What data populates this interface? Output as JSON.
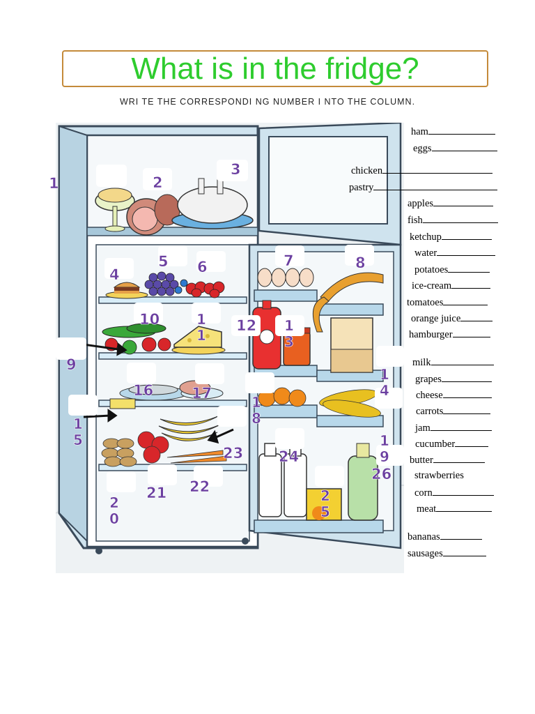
{
  "title": "What is in the fridge?",
  "instruction": "WRI TE THE CORRESPONDI NG NUMBER I NTO THE COLUMN.",
  "numbers": [
    "1",
    "2",
    "3",
    "4",
    "5",
    "6",
    "7",
    "8",
    "9",
    "10",
    "11",
    "12",
    "13",
    "14",
    "15",
    "16",
    "17",
    "18",
    "19",
    "20",
    "21",
    "22",
    "23",
    "24",
    "25",
    "26"
  ],
  "words": [
    "ham",
    "eggs",
    "chicken",
    "pastry",
    "apples",
    "fish",
    "ketchup",
    "water",
    "potatoes",
    "ice-cream",
    "tomatoes",
    "orange juice",
    "hamburger",
    "milk",
    "grapes",
    "cheese",
    "carrots",
    "jam",
    "cucumber",
    "butter",
    "strawberries",
    "corn",
    "meat",
    "bananas",
    "sausages"
  ]
}
